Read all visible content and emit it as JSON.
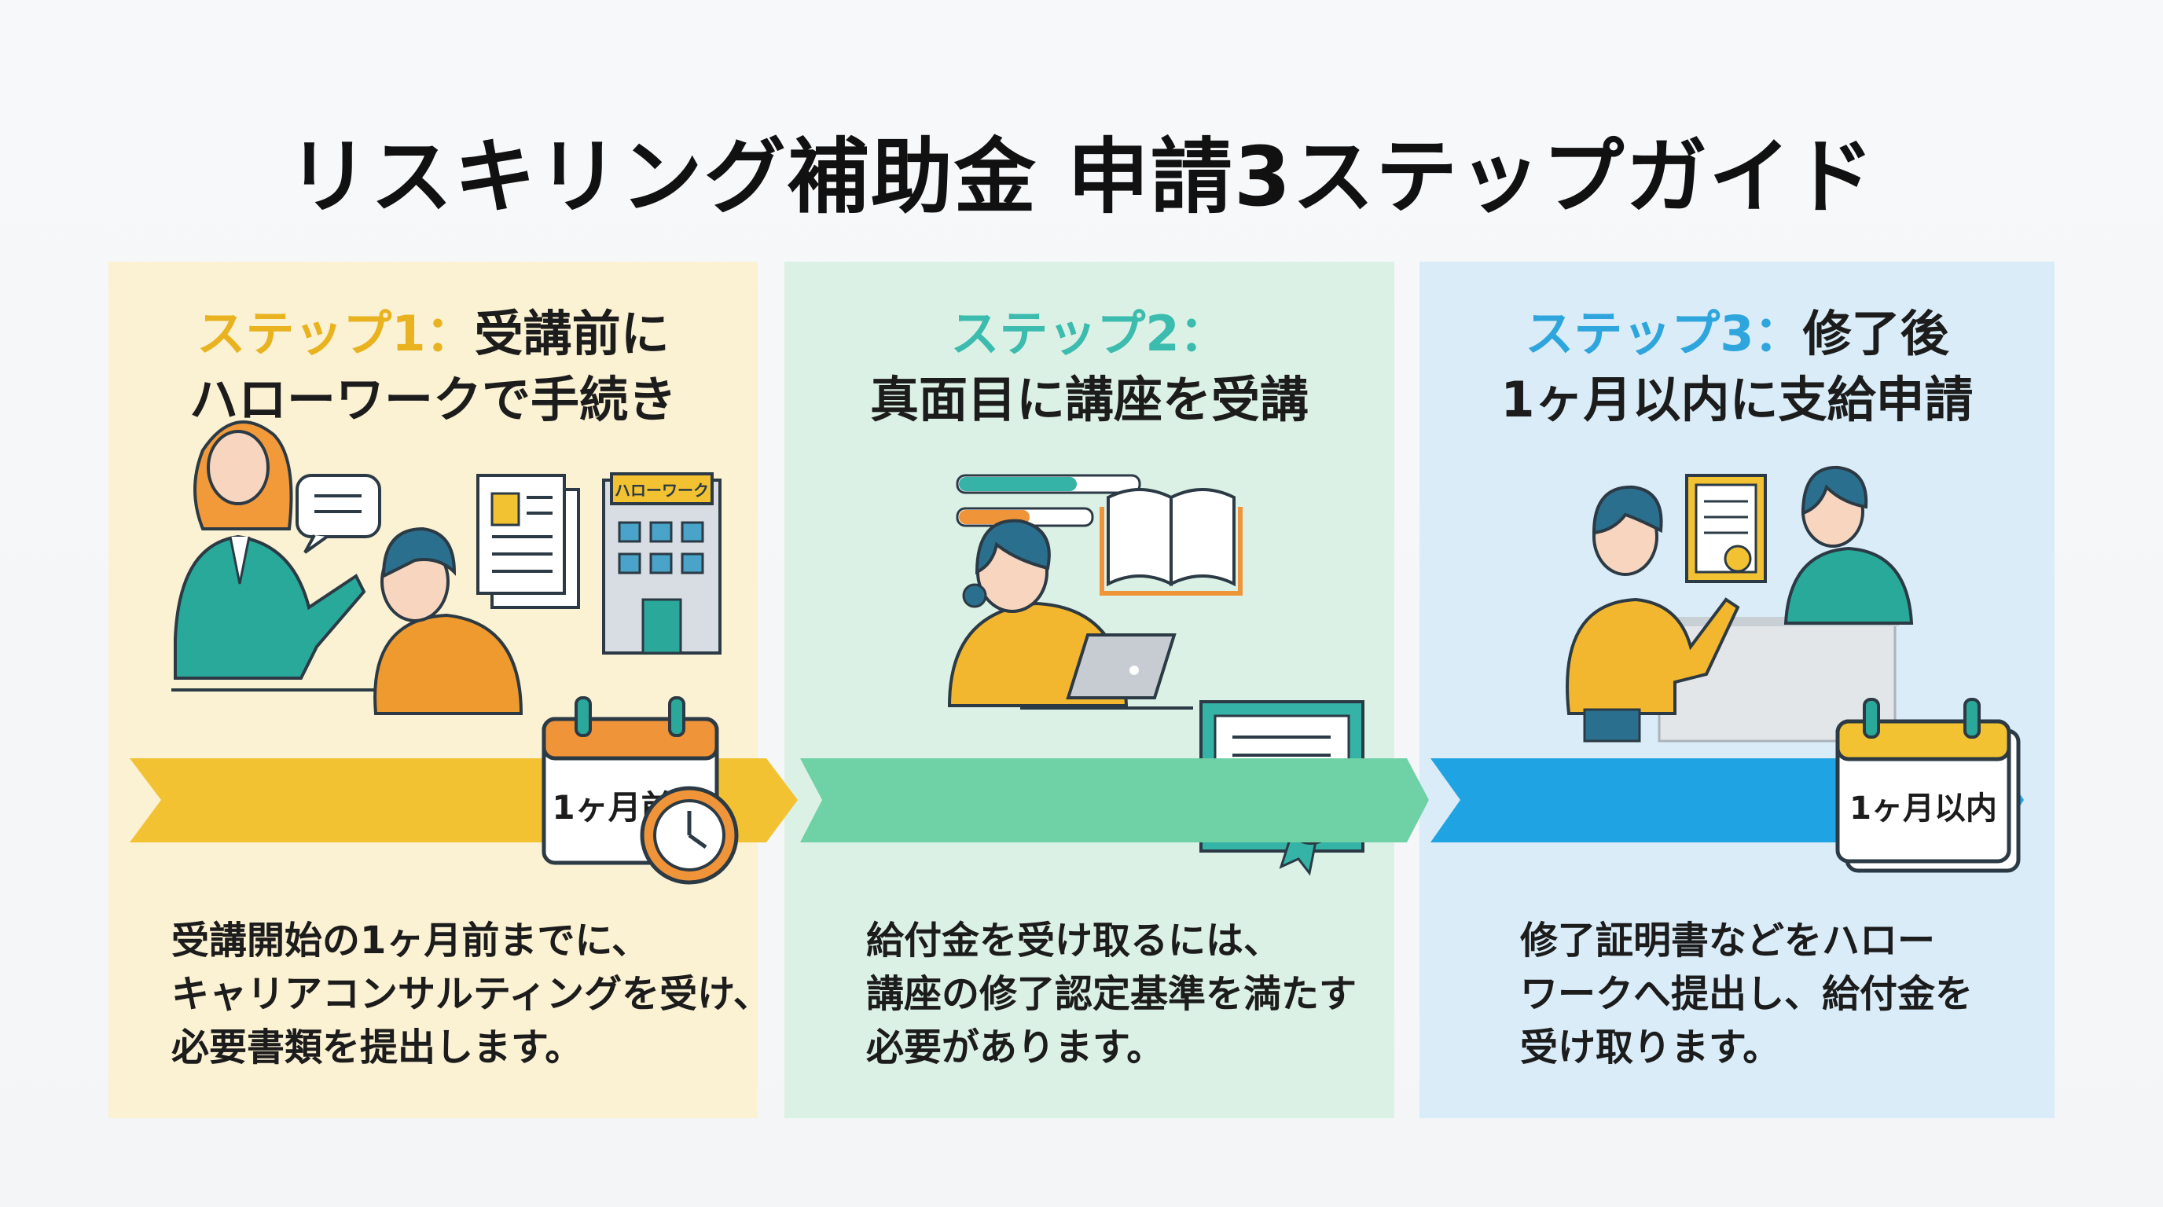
{
  "title": "リスキリング補助金 申請3ステップガイド",
  "steps": [
    {
      "label": "ステップ1：",
      "heading_line1_rest": "受講前に",
      "heading_line2": "ハローワークで手続き",
      "description": [
        "受講開始の1ヶ月前までに、",
        "キャリアコンサルティングを受け、",
        "必要書類を提出します。"
      ],
      "calendar_text": "1ヶ月前",
      "building_sign": "ハローワーク"
    },
    {
      "label": "ステップ2：",
      "heading_line2": "真面目に講座を受講",
      "description": [
        "給付金を受け取るには、",
        "講座の修了認定基準を満たす",
        "必要があります。"
      ]
    },
    {
      "label": "ステップ3：",
      "heading_line1_rest": "修了後",
      "heading_line2": "1ヶ月以内に支給申請",
      "description": [
        "修了証明書などをハロー",
        "ワークへ提出し、給付金を",
        "受け取ります。"
      ],
      "calendar_text": "1ヶ月以内"
    }
  ],
  "colors": {
    "step1": "#f2c232",
    "step2": "#6fd1a6",
    "step3": "#1fa3e3"
  }
}
